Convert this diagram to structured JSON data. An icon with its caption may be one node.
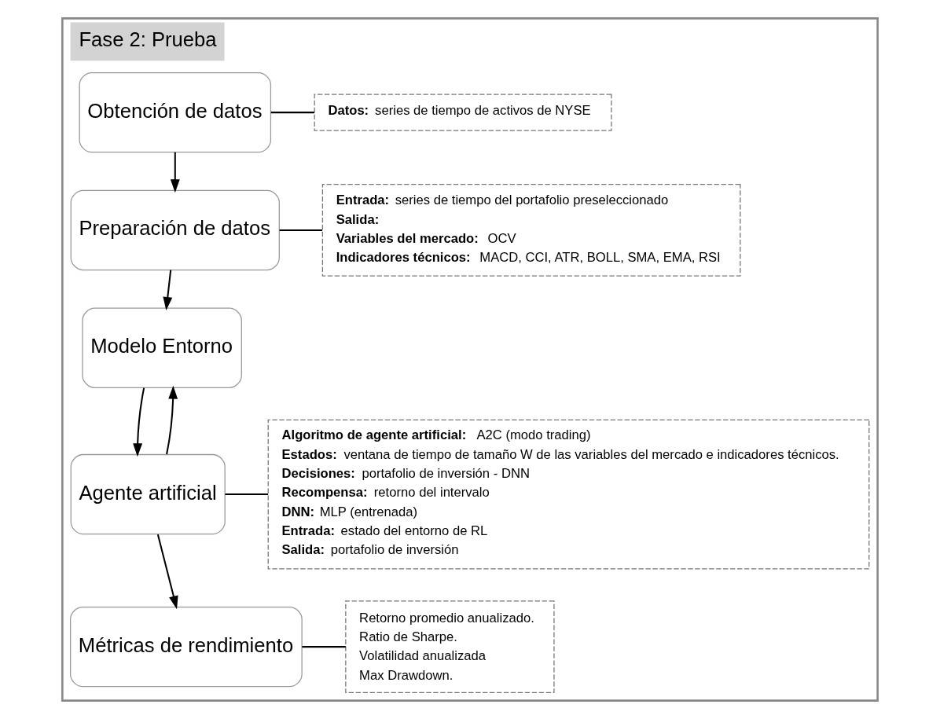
{
  "diagram": {
    "nodes": [
      {
        "text": [
          "Fase 2: Prueba"
        ]
      },
      {
        "text": [
          "Obtención de datos"
        ],
        "in": 0
      },
      {
        "text": [
          "**Datos:** series de tiempo de activos de NYSE"
        ],
        "in": 0
      },
      {
        "text": [
          "Preparación de datos"
        ],
        "in": 0
      },
      {
        "text": [
          "**Entrada:** series de tiempo del portafolio preseleccionado",
          "**Salida:**",
          "**Variables del mercado:** OCV",
          "**Indicadores técnicos:** MACD, CCI, ATR, BOLL, SMA, EMA, RSI"
        ],
        "in": 0
      },
      {
        "text": [
          "Modelo Entorno"
        ],
        "in": 0
      },
      {
        "text": [
          "Agente artificial"
        ],
        "in": 0
      },
      {
        "text": [
          "**Algoritmo de agente artificial:** A2C (modo trading)",
          "**Estados:** ventana de tiempo de tamaño W de las variables del mercado e indicadores técnicos.",
          "**Decisiones:** portafolio de inversión - DNN",
          "**Recompensa:** retorno del intervalo",
          "**DNN:** MLP (entrenada)",
          "**Entrada:** estado del entorno de RL",
          "**Salida:** portafolio de inversión"
        ],
        "in": 0
      },
      {
        "text": [
          "Métricas de rendimiento"
        ],
        "in": 0
      },
      {
        "text": [
          "Retorno promedio anualizado.",
          "Ratio de Sharpe.",
          "Volatilidad anualizada",
          "Max Drawdown."
        ],
        "in": 0
      }
    ],
    "edges": [
      {
        "from": 1,
        "to": 2,
        "arrow": "none"
      },
      {
        "from": 1,
        "to": 3,
        "arrow": "to"
      },
      {
        "from": 3,
        "to": 4,
        "arrow": "none"
      },
      {
        "from": 3,
        "to": 5,
        "arrow": "to"
      },
      {
        "from": 5,
        "to": 6,
        "arrow": "to"
      },
      {
        "from": 6,
        "to": 5,
        "arrow": "to"
      },
      {
        "from": 6,
        "to": 7,
        "arrow": "none"
      },
      {
        "from": 6,
        "to": 8,
        "arrow": "to"
      },
      {
        "from": 8,
        "to": 9,
        "arrow": "none"
      }
    ]
  }
}
